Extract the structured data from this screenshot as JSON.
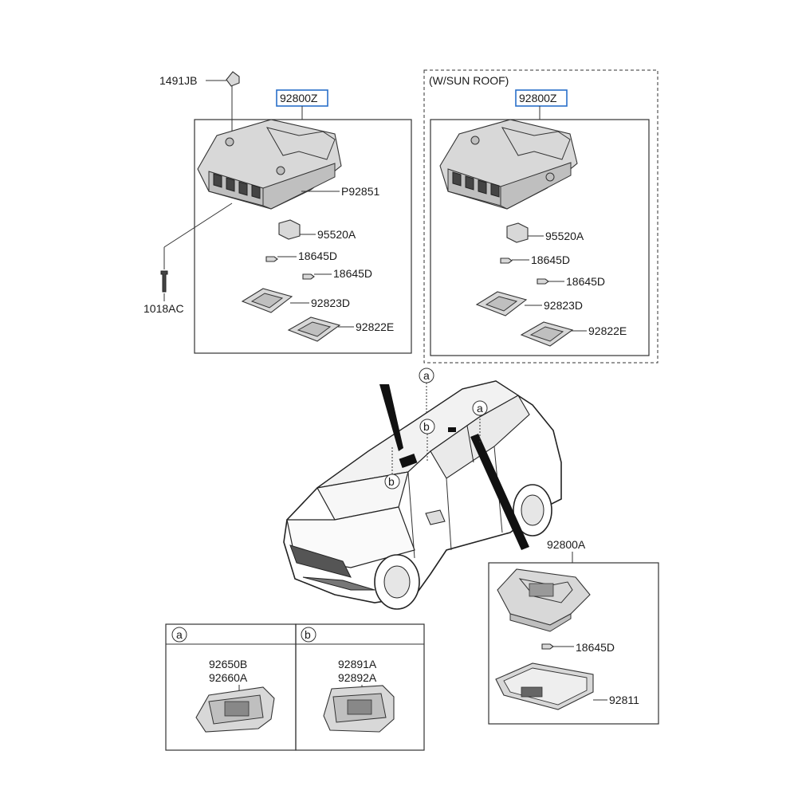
{
  "left_assembly": {
    "part_number": "92800Z",
    "labels": {
      "bolt_top": "1491JB",
      "housing": "P92851",
      "switch": "95520A",
      "bulb_1": "18645D",
      "bulb_2": "18645D",
      "lens_1": "92823D",
      "lens_2": "92822E",
      "screw": "1018AC"
    }
  },
  "right_assembly": {
    "condition": "(W/SUN ROOF)",
    "part_number": "92800Z",
    "labels": {
      "switch": "95520A",
      "bulb_1": "18645D",
      "bulb_2": "18645D",
      "lens_1": "92823D",
      "lens_2": "92822E"
    }
  },
  "vehicle": {
    "callout_a": "a",
    "callout_b": "b"
  },
  "room_lamp": {
    "part_number": "92800A",
    "bulb": "18645D",
    "lens": "92811"
  },
  "detail_a": {
    "marker": "a",
    "part_1": "92650B",
    "part_2": "92660A"
  },
  "detail_b": {
    "marker": "b",
    "part_1": "92891A",
    "part_2": "92892A"
  }
}
